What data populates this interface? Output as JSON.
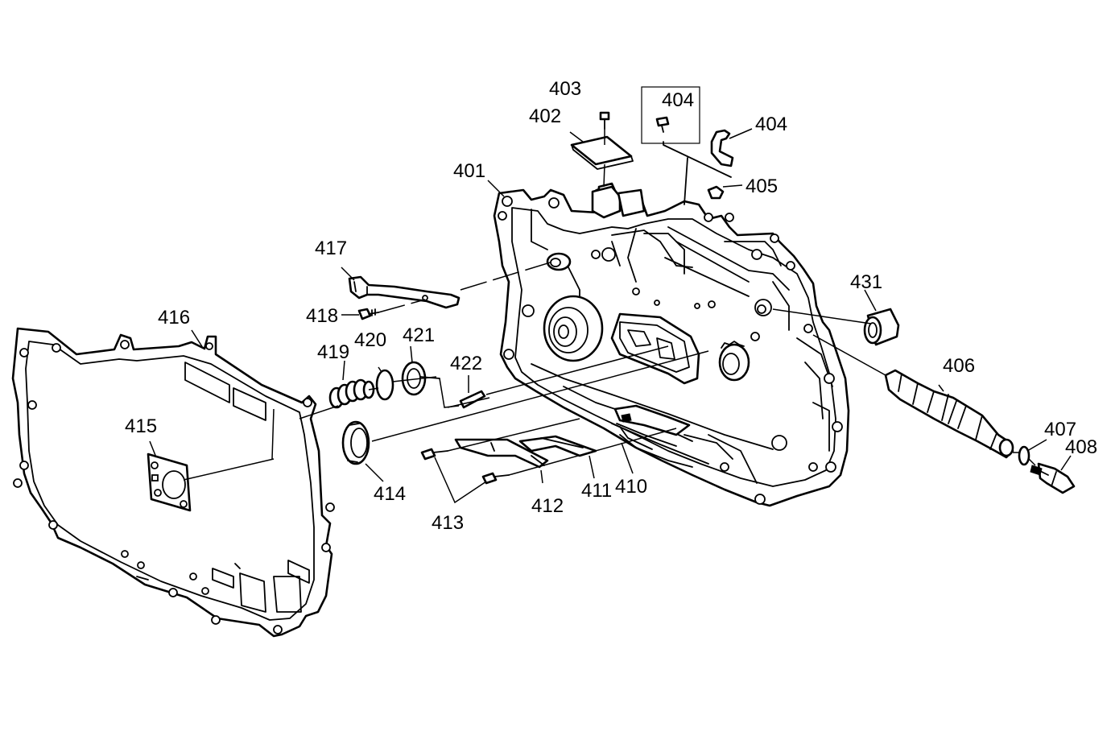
{
  "callouts": {
    "c401": "401",
    "c402": "402",
    "c403": "403",
    "c404a": "404",
    "c404b": "404",
    "c405": "405",
    "c406": "406",
    "c407": "407",
    "c408": "408",
    "c410": "410",
    "c411": "411",
    "c412": "412",
    "c413": "413",
    "c414": "414",
    "c415": "415",
    "c416": "416",
    "c417": "417",
    "c418": "418",
    "c419": "419",
    "c420": "420",
    "c421": "421",
    "c422": "422",
    "c431": "431"
  },
  "colors": {
    "line": "#000000",
    "background": "#ffffff"
  }
}
